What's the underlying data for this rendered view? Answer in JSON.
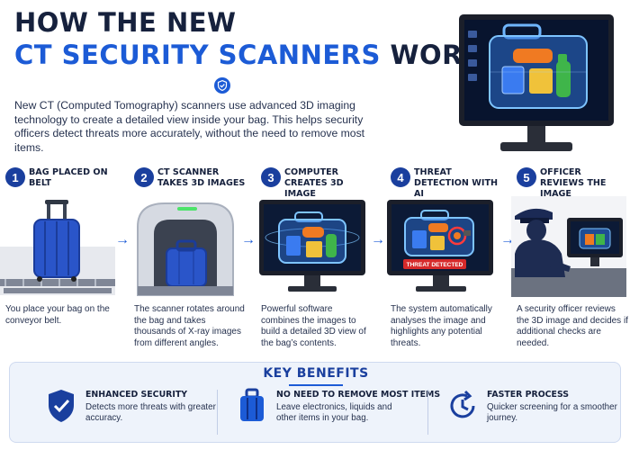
{
  "header": {
    "title_line1": "HOW THE NEW",
    "title_line2_highlight": "CT SECURITY SCANNERS",
    "title_line2_rest": " WORK?",
    "intro": "New CT (Computed Tomography) scanners use advanced 3D imaging technology to create a detailed view inside your bag. This helps security officers detect threats more accurately, without the need to remove most items."
  },
  "colors": {
    "accent": "#1c5bd6",
    "navy": "#16213d",
    "badge": "#1a3f9e",
    "threat": "#d62a2a"
  },
  "steps": [
    {
      "number": "1",
      "title": "Bag placed on belt",
      "description": "You place your bag on the conveyor belt.",
      "icon": "suitcase-on-conveyor-icon"
    },
    {
      "number": "2",
      "title": "CT scanner takes 3D images",
      "description": "The scanner rotates around the bag and takes thousands of X-ray images from different angles.",
      "icon": "ct-scanner-icon"
    },
    {
      "number": "3",
      "title": "Computer creates 3D image",
      "description": "Powerful software combines the images to build a detailed 3D view of the bag’s contents.",
      "icon": "3d-bag-monitor-icon"
    },
    {
      "number": "4",
      "title": "Threat detection with AI",
      "description": "The system automatically analyses the image and highlights any potential threats.",
      "icon": "threat-monitor-icon",
      "alert_label": "THREAT DETECTED"
    },
    {
      "number": "5",
      "title": "Officer reviews the image",
      "description": "A security officer reviews the 3D image and decides if additional checks are needed.",
      "icon": "officer-at-monitor-icon"
    }
  ],
  "benefits": {
    "title": "KEY BENEFITS",
    "items": [
      {
        "title": "ENHANCED SECURITY",
        "description": "Detects more threats with greater accuracy.",
        "icon": "shield-check-icon"
      },
      {
        "title": "NO NEED TO REMOVE MOST ITEMS",
        "description": "Leave electronics, liquids and other items in your bag.",
        "icon": "suitcase-icon"
      },
      {
        "title": "FASTER PROCESS",
        "description": "Quicker screening for a smoother journey.",
        "icon": "clock-arrow-icon"
      }
    ]
  }
}
